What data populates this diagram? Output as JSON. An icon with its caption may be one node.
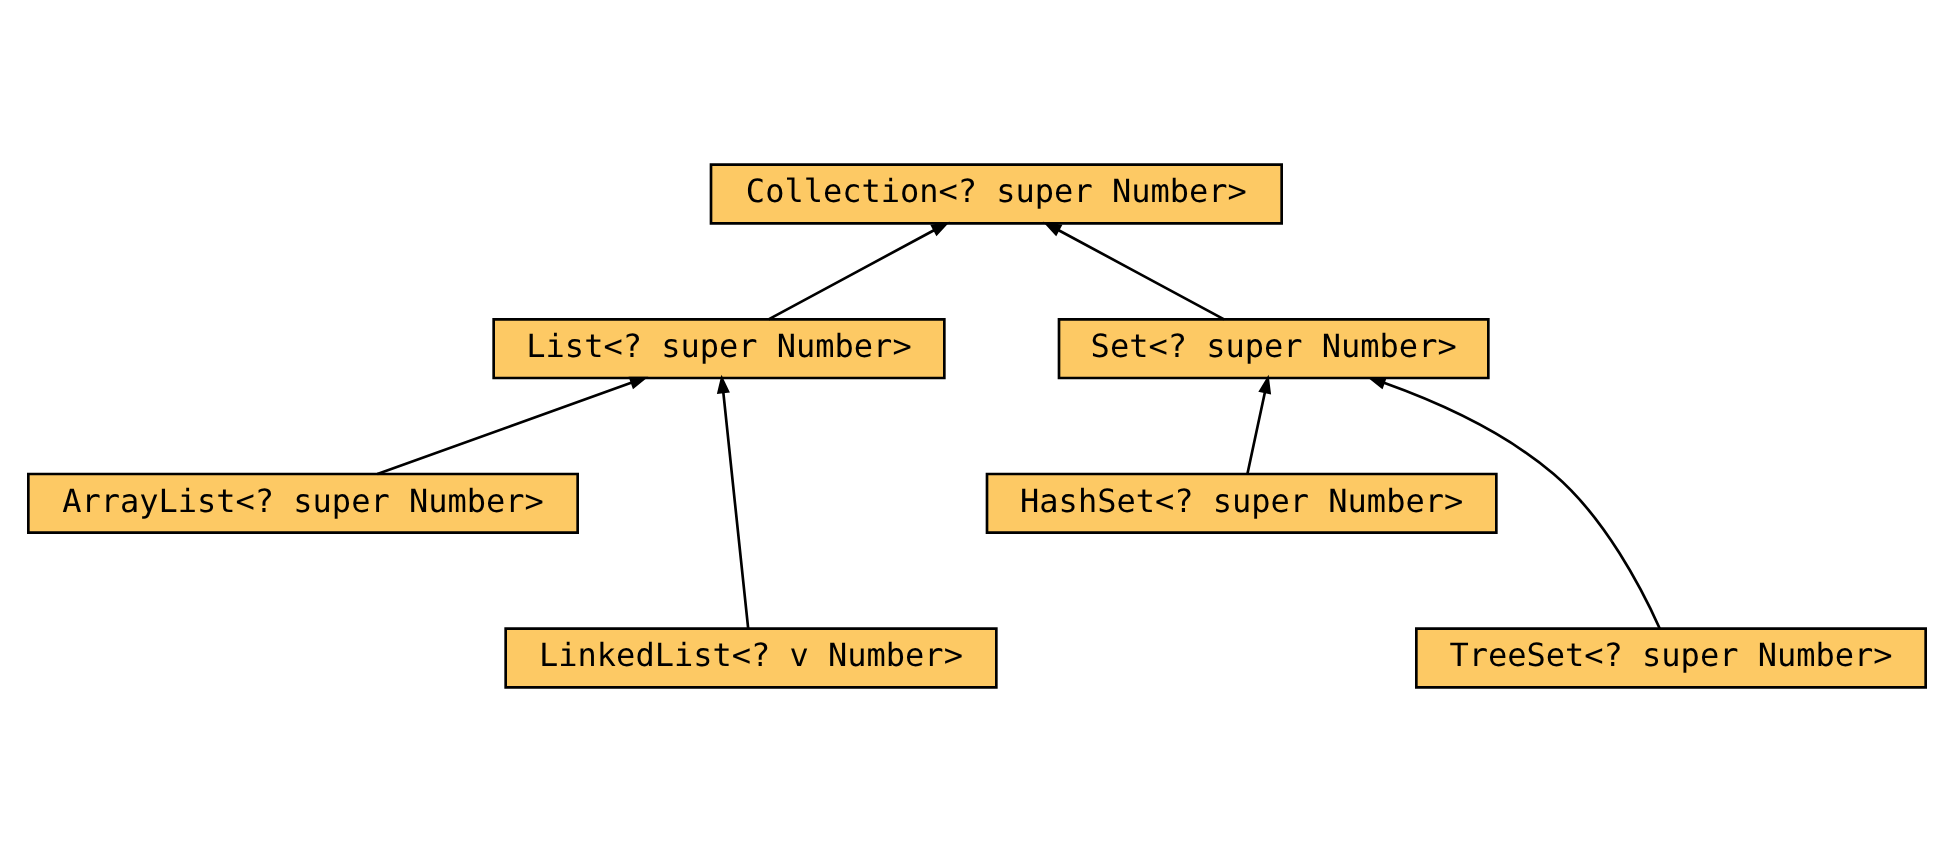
{
  "diagram": {
    "nodes": [
      {
        "text": [
          "Collection<? super Number>"
        ]
      },
      {
        "text": [
          "List<? super Number>"
        ]
      },
      {
        "text": [
          "Set<? super Number>"
        ]
      },
      {
        "text": [
          "ArrayList<? super Number>"
        ]
      },
      {
        "text": [
          "LinkedList<? v Number>"
        ]
      },
      {
        "text": [
          "HashSet<? super Number>"
        ]
      },
      {
        "text": [
          "TreeSet<? super Number>"
        ]
      }
    ],
    "edges": [
      {
        "from": 1,
        "to": 0,
        "arrow": "to"
      },
      {
        "from": 2,
        "to": 0,
        "arrow": "to"
      },
      {
        "from": 3,
        "to": 1,
        "arrow": "to"
      },
      {
        "from": 4,
        "to": 1,
        "arrow": "to"
      },
      {
        "from": 5,
        "to": 2,
        "arrow": "to"
      },
      {
        "from": 6,
        "to": 2,
        "arrow": "to"
      }
    ]
  }
}
